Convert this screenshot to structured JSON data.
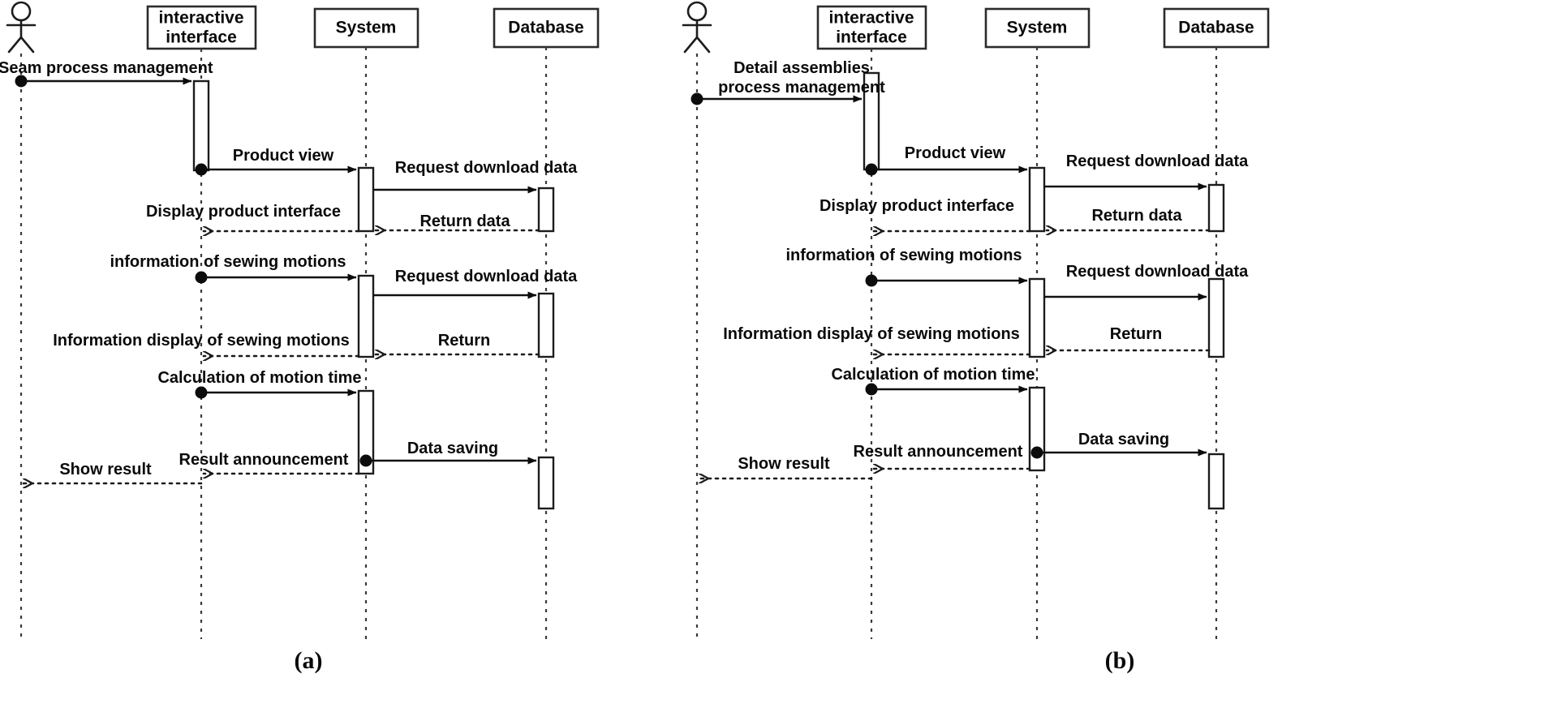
{
  "figure": {
    "panels": [
      {
        "id": "a",
        "caption": "(a)",
        "lifelines": [
          {
            "name": "actor",
            "label": "",
            "type": "actor"
          },
          {
            "name": "interactive-interface",
            "label": "interactive interface",
            "type": "box"
          },
          {
            "name": "system",
            "label": "System",
            "type": "box"
          },
          {
            "name": "database",
            "label": "Database",
            "type": "box"
          }
        ],
        "messages": [
          {
            "label": "Seam process management",
            "from": "actor",
            "to": "interactive-interface",
            "kind": "call"
          },
          {
            "label": "Product view",
            "from": "interactive-interface",
            "to": "system",
            "kind": "call"
          },
          {
            "label": "Request download data",
            "from": "system",
            "to": "database",
            "kind": "call"
          },
          {
            "label": "Return data",
            "from": "database",
            "to": "system",
            "kind": "return"
          },
          {
            "label": "Display product interface",
            "from": "system",
            "to": "interactive-interface",
            "kind": "return"
          },
          {
            "label": "information of sewing motions",
            "from": "interactive-interface",
            "to": "system",
            "kind": "call"
          },
          {
            "label": "Request download data",
            "from": "system",
            "to": "database",
            "kind": "call"
          },
          {
            "label": "Return",
            "from": "database",
            "to": "system",
            "kind": "return"
          },
          {
            "label": "Information display of sewing motions",
            "from": "system",
            "to": "interactive-interface",
            "kind": "return"
          },
          {
            "label": "Calculation of motion time",
            "from": "interactive-interface",
            "to": "system",
            "kind": "call"
          },
          {
            "label": "Data saving",
            "from": "system",
            "to": "database",
            "kind": "call"
          },
          {
            "label": "Result announcement",
            "from": "system",
            "to": "interactive-interface",
            "kind": "return"
          },
          {
            "label": "Show result",
            "from": "interactive-interface",
            "to": "actor",
            "kind": "return"
          }
        ]
      },
      {
        "id": "b",
        "caption": "(b)",
        "lifelines": [
          {
            "name": "actor",
            "label": "",
            "type": "actor"
          },
          {
            "name": "interactive-interface",
            "label": "interactive interface",
            "type": "box"
          },
          {
            "name": "system",
            "label": "System",
            "type": "box"
          },
          {
            "name": "database",
            "label": "Database",
            "type": "box"
          }
        ],
        "messages": [
          {
            "label": "Detail assemblies process management",
            "from": "actor",
            "to": "interactive-interface",
            "kind": "call"
          },
          {
            "label": "Product view",
            "from": "interactive-interface",
            "to": "system",
            "kind": "call"
          },
          {
            "label": "Request download data",
            "from": "system",
            "to": "database",
            "kind": "call"
          },
          {
            "label": "Return data",
            "from": "database",
            "to": "system",
            "kind": "return"
          },
          {
            "label": "Display product interface",
            "from": "system",
            "to": "interactive-interface",
            "kind": "return"
          },
          {
            "label": "information of sewing motions",
            "from": "interactive-interface",
            "to": "system",
            "kind": "call"
          },
          {
            "label": "Request download data",
            "from": "system",
            "to": "database",
            "kind": "call"
          },
          {
            "label": "Return",
            "from": "database",
            "to": "system",
            "kind": "return"
          },
          {
            "label": "Information display of sewing motions",
            "from": "system",
            "to": "interactive-interface",
            "kind": "return"
          },
          {
            "label": "Calculation of motion time",
            "from": "interactive-interface",
            "to": "system",
            "kind": "call"
          },
          {
            "label": "Data saving",
            "from": "system",
            "to": "database",
            "kind": "call"
          },
          {
            "label": "Result announcement",
            "from": "system",
            "to": "interactive-interface",
            "kind": "return"
          },
          {
            "label": "Show result",
            "from": "interactive-interface",
            "to": "actor",
            "kind": "return"
          }
        ]
      }
    ]
  },
  "panel_a": {
    "headers": {
      "interactive_line1": "interactive",
      "interactive_line2": "interface",
      "system": "System",
      "database": "Database"
    },
    "labels": {
      "m1": "Seam process management",
      "m2": "Product view",
      "m3": "Request download data",
      "m4": "Return data",
      "m5": "Display product interface",
      "m6": "information of sewing motions",
      "m7": "Request download data",
      "m8": "Return",
      "m9": "Information display of sewing motions",
      "m10": "Calculation of motion time",
      "m11": "Data saving",
      "m12": "Result announcement",
      "m13": "Show result"
    },
    "caption": "(a)"
  },
  "panel_b": {
    "headers": {
      "interactive_line1": "interactive",
      "interactive_line2": "interface",
      "system": "System",
      "database": "Database"
    },
    "labels": {
      "m1_line1": "Detail assemblies",
      "m1_line2": "process management",
      "m2": "Product view",
      "m3": "Request download data",
      "m4": "Return data",
      "m5": "Display product interface",
      "m6": "information of sewing motions",
      "m7": "Request download data",
      "m8": "Return",
      "m9": "Information display of sewing motions",
      "m10": "Calculation of motion time",
      "m11": "Data saving",
      "m12": "Result announcement",
      "m13": "Show result"
    },
    "caption": "(b)"
  },
  "colors": {
    "stroke": "#1c1c1c",
    "background": "#ffffff",
    "text": "#0a0a0a"
  }
}
